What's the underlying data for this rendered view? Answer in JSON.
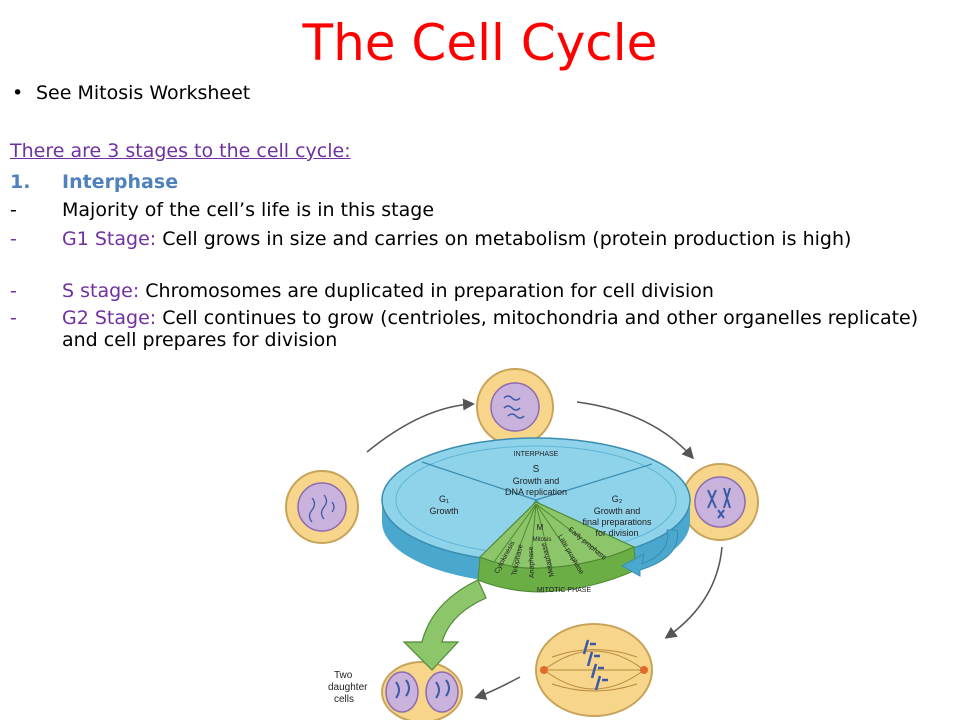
{
  "title": "The Cell Cycle",
  "bullet": {
    "symbol": "•",
    "text": "See Mitosis Worksheet"
  },
  "heading": "There are 3 stages to the cell cycle:",
  "lines": [
    {
      "marker": "1.",
      "label": "Interphase",
      "text": ""
    },
    {
      "marker": "-",
      "label": "",
      "text": "Majority of the cell’s life is in this stage"
    },
    {
      "marker": "-",
      "label": "G1 Stage:",
      "text": " Cell grows in size and carries on metabolism (protein production is high)"
    },
    {
      "marker": "-",
      "label": "S stage:",
      "text": " Chromosomes are duplicated in preparation for cell division"
    },
    {
      "marker": "-",
      "label": "G2 Stage:",
      "text": " Cell continues to grow (centrioles, mitochondria and other organelles replicate) and cell prepares for division"
    }
  ],
  "diagram": {
    "interphase": "INTERPHASE",
    "s_title": "S",
    "s_line1": "Growth and",
    "s_line2": "DNA replication",
    "g1_title": "G₁",
    "g1_sub": "Growth",
    "g2_title": "G₂",
    "g2_line1": "Growth and",
    "g2_line2": "final preparations",
    "g2_line3": "for division",
    "m": "M",
    "mitosis": "Mitosis",
    "phases": [
      "Cytokinesis",
      "Telophase",
      "Anaphase",
      "Metaphase",
      "Late prophase",
      "Early prophase"
    ],
    "mitotic_phase": "MITOTIC PHASE",
    "daughter1": "Two",
    "daughter2": "daughter",
    "daughter3": "cells"
  },
  "colors": {
    "title": "#ff0000",
    "purple_text": "#7030a0",
    "interphase_blue": "#4f81bd",
    "disk": "#8fd3ea",
    "mitotic_green": "#8dc66a",
    "cell_fill": "#f7d58a"
  }
}
